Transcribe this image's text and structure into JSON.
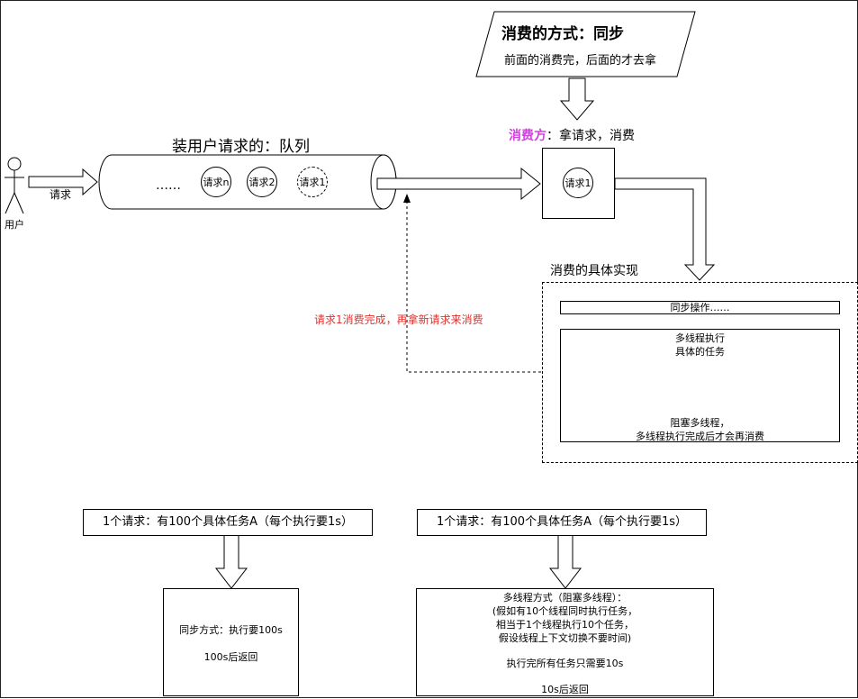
{
  "strategy": {
    "title": "消费的方式：同步",
    "subtitle": "前面的消费完，后面的才去拿"
  },
  "user": {
    "label": "用户",
    "arrow_label": "请求"
  },
  "queue": {
    "title": "装用户请求的：队列",
    "ellipsis": "……",
    "items": [
      "请求n",
      "请求2",
      "请求1"
    ]
  },
  "consumer": {
    "name": "消费方",
    "desc": "：拿请求，消费",
    "item": "请求1",
    "name_color": "#d43fe0"
  },
  "feedback": {
    "label": "请求1消费完成，再拿新请求来消费",
    "color": "#e0312c"
  },
  "impl": {
    "title": "消费的具体实现",
    "sync_bar": "同步操作……",
    "mt_line1": "多线程执行",
    "mt_line2": "具体的任务",
    "mt_line3": "阻塞多线程，",
    "mt_line4": "多线程执行完成后才会再消费"
  },
  "left_case": {
    "header": "1个请求：有100个具体任务A（每个执行要1s）",
    "line1": "同步方式：执行要100s",
    "line2": "100s后返回"
  },
  "right_case": {
    "header": "1个请求：有100个具体任务A（每个执行要1s）",
    "line1": "多线程方式（阻塞多线程）：",
    "line2": "(假如有10个线程同时执行任务，",
    "line3": "相当于1个线程执行10个任务，",
    "line4": "假设线程上下文切换不要时间)",
    "line5": "执行完所有任务只需要10s",
    "line6": "10s后返回"
  }
}
